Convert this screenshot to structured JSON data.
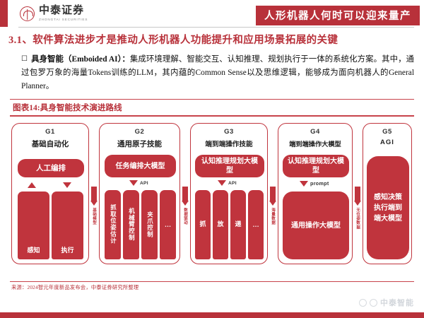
{
  "header": {
    "logo_cn": "中泰证券",
    "logo_en": "ZHONGTAI SECURITIES",
    "badge": "人形机器人何时可以迎来量产"
  },
  "section": {
    "title": "3.1、软件算法进步才是推动人形机器人功能提升和应用场景拓展的关键"
  },
  "body": {
    "bullet_glyph": "☐",
    "term": "具身智能（Emboided AI）：",
    "text": "集成环境理解、智能交互、认知推理、规划执行于一体的系统化方案。其中，通过包罗万象的海量Tokens训练的LLM，其内蕴的Common Sense以及思维逻辑，能够成为面向机器人的General Planner。"
  },
  "figure": {
    "title": "图表14:具身智能技术演进路线",
    "source": "来源：2024智元年度新品发布会，中泰证券研究所整理",
    "generations": [
      {
        "id": "G1",
        "name": "基础自动化",
        "pill": "人工编排",
        "connector_type": "up-down-pair",
        "subboxes": [
          {
            "label": "感知",
            "orient": "horizontal"
          },
          {
            "label": "执行",
            "orient": "horizontal"
          }
        ]
      },
      {
        "id": "G2",
        "name": "通用原子技能",
        "pill": "任务编排大模型",
        "api_label": "API",
        "subboxes": [
          {
            "label": "抓取位姿估计",
            "orient": "vertical"
          },
          {
            "label": "机械臂控制",
            "orient": "vertical"
          },
          {
            "label": "夹爪控制",
            "orient": "vertical"
          },
          {
            "label": "…",
            "orient": "dots"
          }
        ]
      },
      {
        "id": "G3",
        "name": "端到端操作技能",
        "pill": "认知推理规划大模型",
        "api_label": "API",
        "subboxes": [
          {
            "label": "抓",
            "orient": "horizontal"
          },
          {
            "label": "放",
            "orient": "horizontal"
          },
          {
            "label": "递",
            "orient": "horizontal"
          },
          {
            "label": "…",
            "orient": "dots"
          }
        ]
      },
      {
        "id": "G4",
        "name": "端到端操作大模型",
        "pill": "认知推理规划大模型",
        "api_label": "prompt",
        "subboxes": [
          {
            "label": "通用操作大模型",
            "orient": "horizontal-big"
          }
        ]
      },
      {
        "id": "G5",
        "name": "AGI",
        "pill": "感知决策执行端到端大模型",
        "subboxes": []
      }
    ],
    "connectors": [
      {
        "label": "基础模型"
      },
      {
        "label": "数据驱动"
      },
      {
        "label": "海量数据"
      },
      {
        "label": "无位姿数据"
      }
    ]
  },
  "watermark": {
    "text": "中泰智能"
  },
  "colors": {
    "brand_red": "#b8313a",
    "figure_red": "#c0343d",
    "text_dark": "#111111"
  }
}
